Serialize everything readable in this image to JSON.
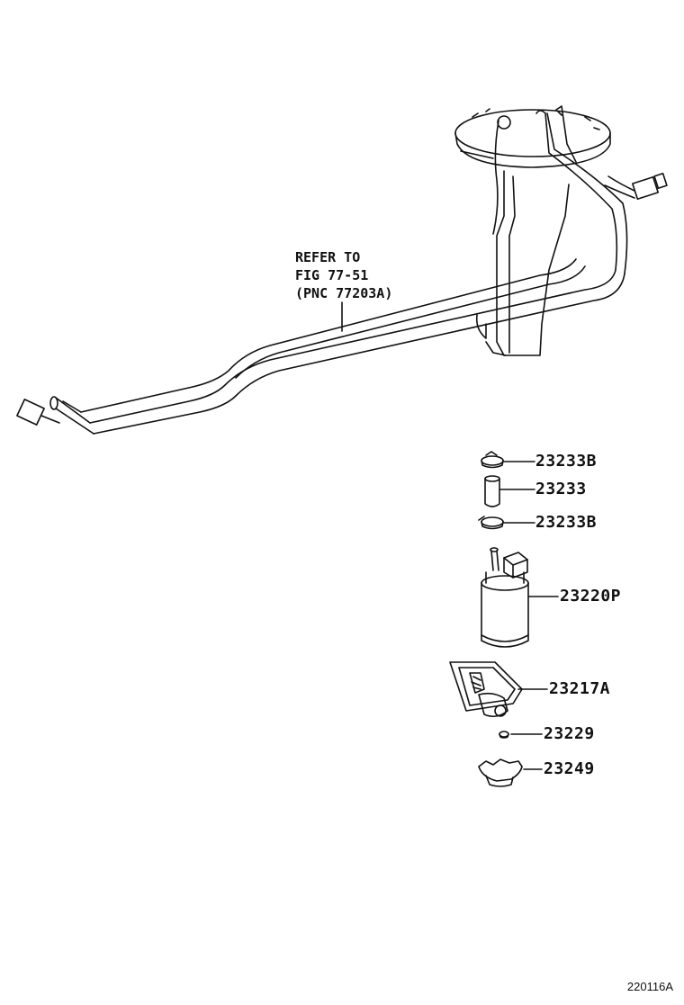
{
  "reference_note": {
    "line1": "REFER TO",
    "line2": "FIG 77-51",
    "line3": "(PNC 77203A)"
  },
  "parts": [
    {
      "id": "clamp-upper",
      "label": "23233B"
    },
    {
      "id": "hose",
      "label": "23233"
    },
    {
      "id": "clamp-lower",
      "label": "23233B"
    },
    {
      "id": "fuel-pump",
      "label": "23220P"
    },
    {
      "id": "pump-filter",
      "label": "23217A"
    },
    {
      "id": "retainer",
      "label": "23229"
    },
    {
      "id": "cushion",
      "label": "23249"
    }
  ],
  "diagram_code": "220116A",
  "colors": {
    "line": "#111111",
    "background": "#ffffff"
  }
}
